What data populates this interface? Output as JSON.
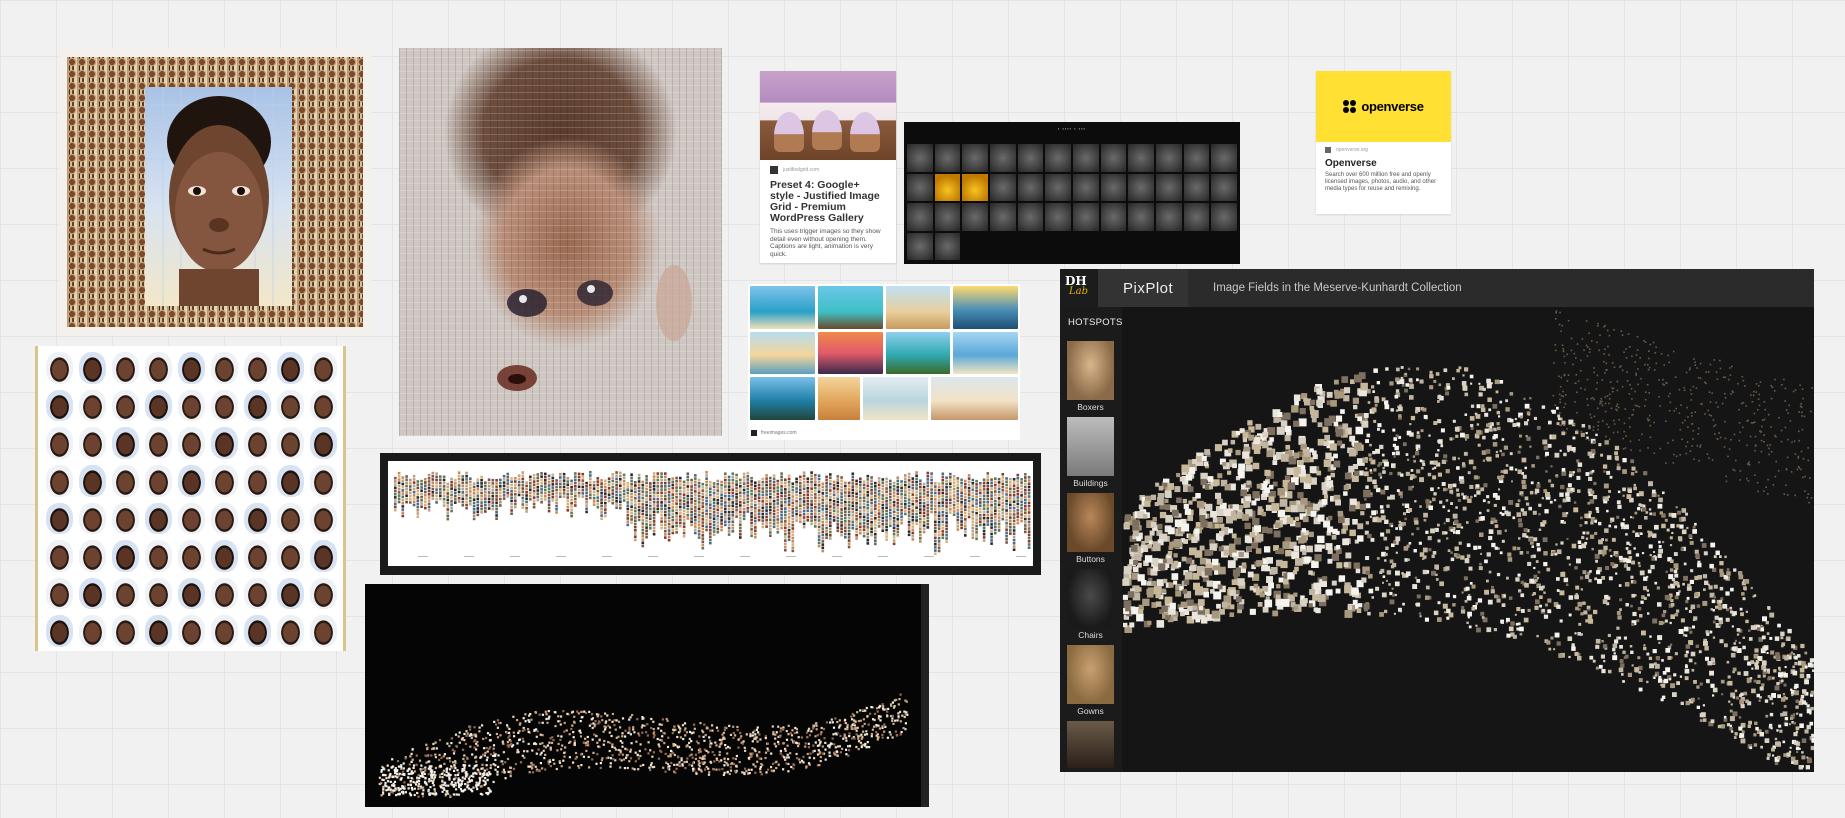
{
  "wp_card": {
    "source": "justifiedgrid.com",
    "title": "Preset 4: Google+ style - Justified Image Grid - Premium WordPress Gallery",
    "description": "This uses trigger images so they show detail even without opening them. Captions are light, animation is very quick."
  },
  "openverse": {
    "logo_text": "openverse",
    "source": "openverse.org",
    "title": "Openverse",
    "description": "Search over 600 million free and openly licensed images, photos, audio, and other media types for reuse and remixing."
  },
  "beach": {
    "source": "freeimages.com"
  },
  "pixplot": {
    "brand_top": "DH",
    "brand_bottom": "Lab",
    "app_name": "PixPlot",
    "subtitle": "Image Fields in the Meserve-Kunhardt Collection",
    "hotspots_label": "HOTSPOTS",
    "hotspots": [
      {
        "label": "Boxers"
      },
      {
        "label": "Buildings"
      },
      {
        "label": "Buttons"
      },
      {
        "label": "Chairs"
      },
      {
        "label": "Gowns"
      },
      {
        "label": ""
      }
    ]
  },
  "colors": {
    "canvas": "#f1f1f1",
    "openverse_yellow": "#ffe033",
    "pixplot_bg": "#151515",
    "dhlab_gold": "#e0b500"
  }
}
